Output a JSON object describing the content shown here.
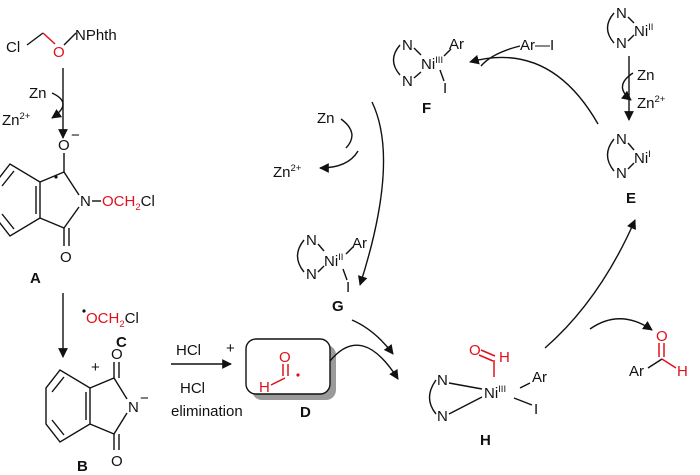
{
  "start": {
    "cl": "Cl",
    "o": "O",
    "nphth": "NPhth",
    "zn": "Zn",
    "zn2": "Zn",
    "zn2_charge": "2+"
  },
  "A": {
    "o_minus": "O",
    "minus": "−",
    "n": "N",
    "och": "OCH",
    "sub2": "2",
    "cl": "Cl",
    "o_carbonyl": "O",
    "label": "A"
  },
  "C": {
    "och": "OCH",
    "sub2": "2",
    "cl": "Cl",
    "label": "C"
  },
  "B": {
    "plus": "+",
    "o_top": "O",
    "n": "N",
    "minus": "−",
    "o_bottom": "O",
    "label": "B"
  },
  "D": {
    "hcl_top": "HCl",
    "plus": "+",
    "hcl_bottom": "HCl",
    "elimination": "elimination",
    "o": "O",
    "h": "H",
    "label": "D"
  },
  "F": {
    "n1": "N",
    "n2": "N",
    "ni": "Ni",
    "ox": "III",
    "ar": "Ar",
    "i": "I",
    "label": "F",
    "reagent": "Ar—I"
  },
  "E_top": {
    "n1": "N",
    "n2": "N",
    "ni": "Ni",
    "ox": "II",
    "zn": "Zn",
    "zn2": "Zn",
    "zn2_charge": "2+"
  },
  "E": {
    "n1": "N",
    "n2": "N",
    "ni": "Ni",
    "ox": "I",
    "label": "E"
  },
  "G_step": {
    "zn": "Zn",
    "zn2": "Zn",
    "zn2_charge": "2+"
  },
  "G": {
    "n1": "N",
    "n2": "N",
    "ni": "Ni",
    "ox": "II",
    "ar": "Ar",
    "i": "I",
    "label": "G"
  },
  "H": {
    "o": "O",
    "h": "H",
    "n1": "N",
    "n2": "N",
    "ni": "Ni",
    "ox": "III",
    "ar": "Ar",
    "i": "I",
    "label": "H"
  },
  "product": {
    "ar": "Ar",
    "o": "O",
    "h": "H"
  },
  "colors": {
    "accent_red": "#e0101c",
    "ink": "#111111",
    "box_shadow": "#9a9a9a"
  }
}
